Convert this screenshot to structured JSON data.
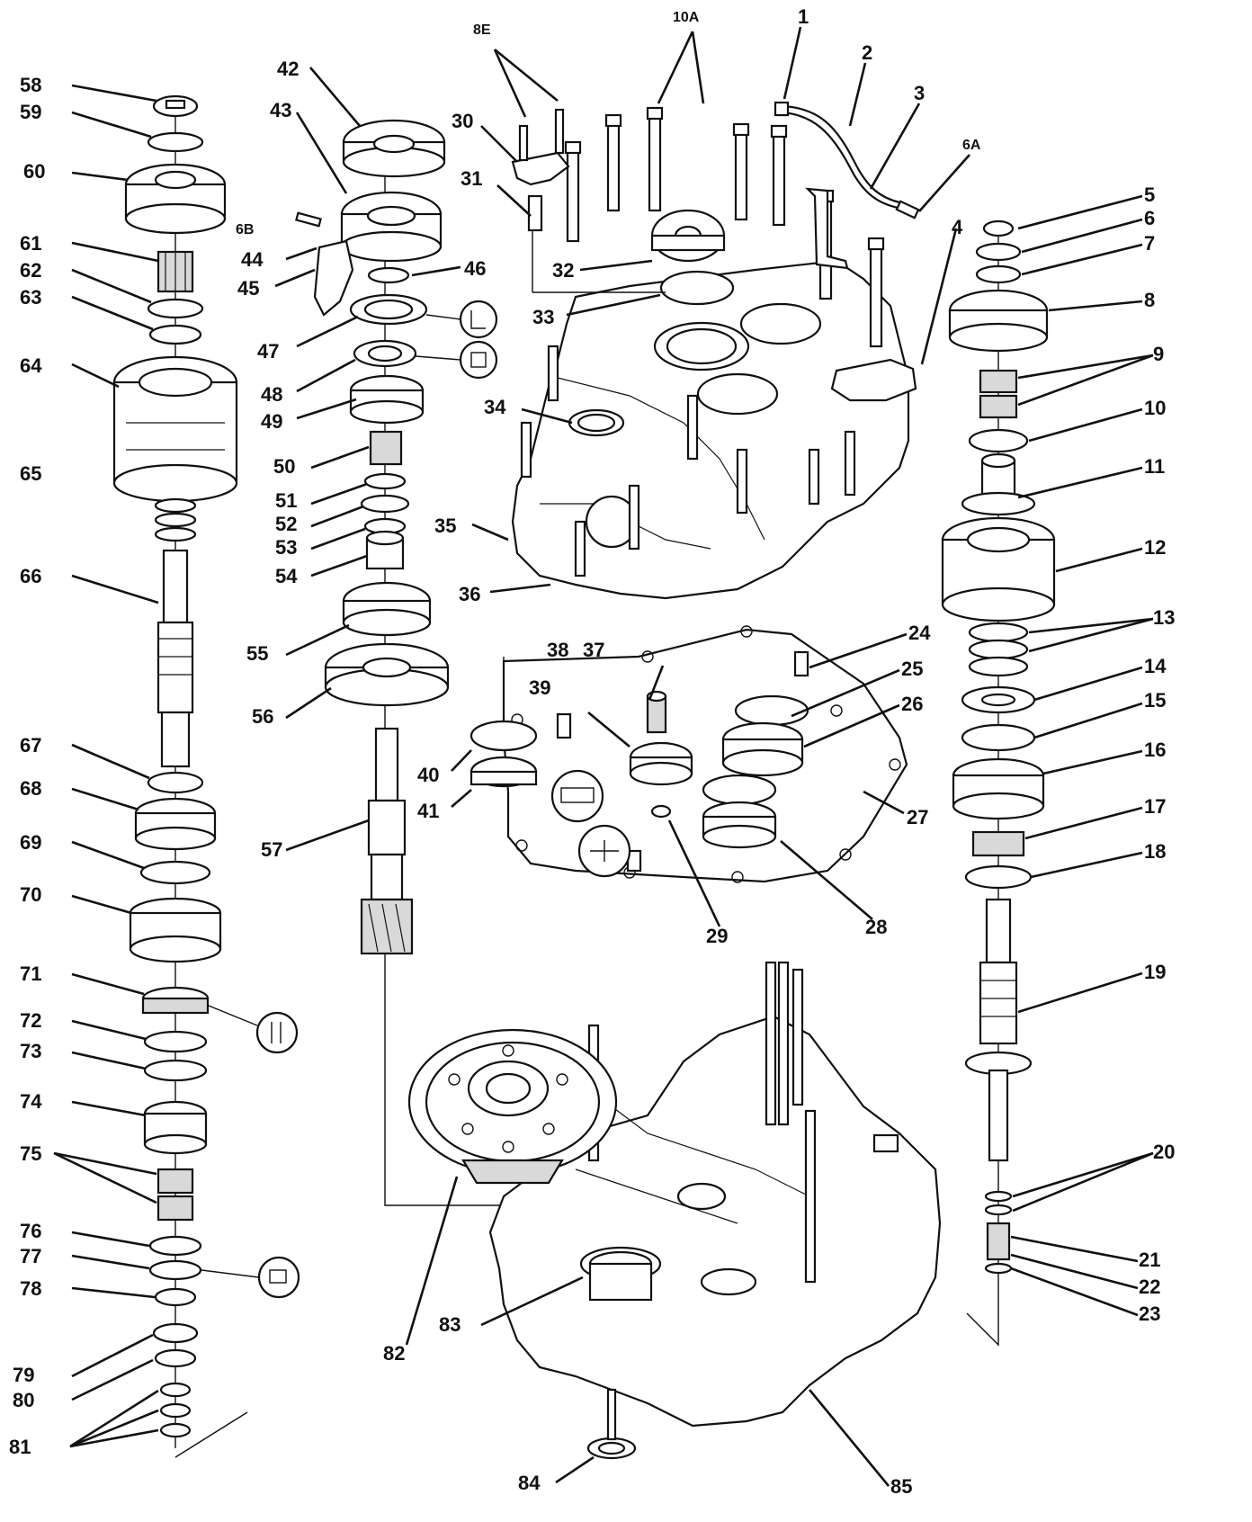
{
  "labels": {
    "l1": "1",
    "l2": "2",
    "l3": "3",
    "l4": "4",
    "l5": "5",
    "l6": "6",
    "l7": "7",
    "l8": "8",
    "l9": "9",
    "l10": "10",
    "l11": "11",
    "l12": "12",
    "l13": "13",
    "l14": "14",
    "l15": "15",
    "l16": "16",
    "l17": "17",
    "l18": "18",
    "l19": "19",
    "l20": "20",
    "l21": "21",
    "l22": "22",
    "l23": "23",
    "l24": "24",
    "l25": "25",
    "l26": "26",
    "l27": "27",
    "l28": "28",
    "l29": "29",
    "l30": "30",
    "l31": "31",
    "l32": "32",
    "l33": "33",
    "l34": "34",
    "l35": "35",
    "l36": "36",
    "l37": "37",
    "l38": "38",
    "l39": "39",
    "l40": "40",
    "l41": "41",
    "l42": "42",
    "l43": "43",
    "l44": "44",
    "l45": "45",
    "l46": "46",
    "l47": "47",
    "l48": "48",
    "l49": "49",
    "l50": "50",
    "l51": "51",
    "l52": "52",
    "l53": "53",
    "l54": "54",
    "l55": "55",
    "l56": "56",
    "l57": "57",
    "l58": "58",
    "l59": "59",
    "l60": "60",
    "l61": "61",
    "l62": "62",
    "l63": "63",
    "l64": "64",
    "l65": "65",
    "l66": "66",
    "l67": "67",
    "l68": "68",
    "l69": "69",
    "l70": "70",
    "l71": "71",
    "l72": "72",
    "l73": "73",
    "l74": "74",
    "l75": "75",
    "l76": "76",
    "l77": "77",
    "l78": "78",
    "l79": "79",
    "l80": "80",
    "l81": "81",
    "l82": "82",
    "l83": "83",
    "l84": "84",
    "l85": "85",
    "l6A": "6A",
    "l6B": "6B",
    "l8E": "8E",
    "l10A": "10A"
  }
}
